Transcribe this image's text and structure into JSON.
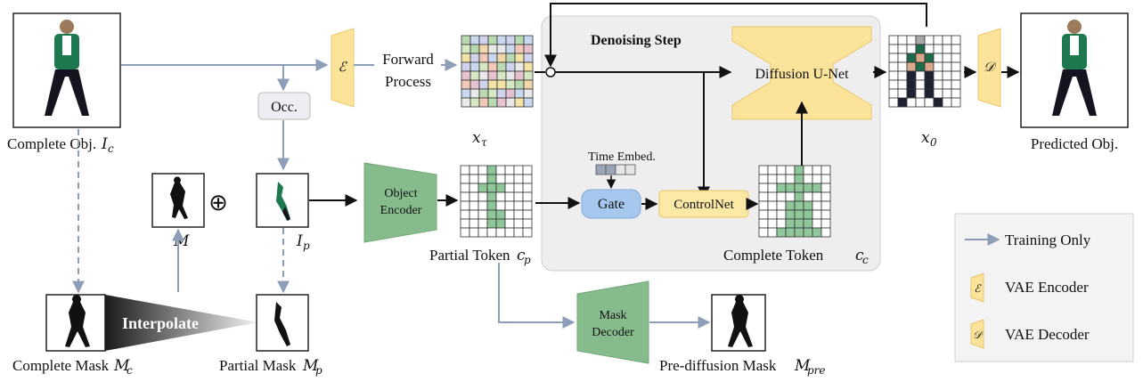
{
  "labels": {
    "complete_obj": "Complete Obj.",
    "complete_obj_math": "I",
    "complete_obj_sub": "c",
    "forward_process_1": "Forward",
    "forward_process_2": "Process",
    "occ": "Occ.",
    "x_tau": "x",
    "x_tau_sub": "τ",
    "denoising_step": "Denoising Step",
    "diffusion_unet": "Diffusion U-Net",
    "x0": "x",
    "x0_sub": "0",
    "encoder_symbol": "ℰ",
    "decoder_symbol": "𝒟",
    "predicted_obj": "Predicted Obj.",
    "time_embed": "Time Embed.",
    "gate": "Gate",
    "controlnet": "ControlNet",
    "object_encoder_1": "Object",
    "object_encoder_2": "Encoder",
    "partial_token": "Partial Token",
    "partial_token_math": "c",
    "partial_token_sub": "p",
    "complete_token": "Complete Token",
    "complete_token_math": "c",
    "complete_token_sub": "c",
    "M": "M",
    "I_p": "I",
    "I_p_sub": "p",
    "interpolate": "Interpolate",
    "complete_mask": "Complete Mask",
    "complete_mask_math": "M",
    "complete_mask_sub": "c",
    "partial_mask": "Partial Mask",
    "partial_mask_math": "M",
    "partial_mask_sub": "p",
    "mask_decoder_1": "Mask",
    "mask_decoder_2": "Decoder",
    "prediffusion_mask": "Pre-diffusion Mask",
    "prediffusion_mask_math": "M",
    "prediffusion_mask_sub": "pre",
    "oplus": "⊕"
  },
  "legend": {
    "training_only": "Training Only",
    "vae_encoder": "VAE Encoder",
    "vae_decoder": "VAE Decoder"
  },
  "colors": {
    "gray_arrow": "#8e9db8",
    "vae_yellow": "#fbe39a",
    "encoder_green": "#86bb8d",
    "gate_blue": "#a6c8ee",
    "controlnet_yellow": "#fce9a6",
    "panel_gray": "#eeeeee"
  }
}
